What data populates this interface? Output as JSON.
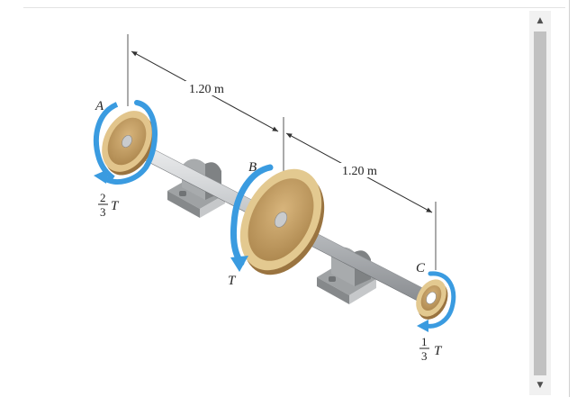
{
  "figure": {
    "dimension_ab": "1.20 m",
    "dimension_bc": "1.20 m",
    "label_a": "A",
    "label_b": "B",
    "label_c": "C",
    "torque_a": {
      "numerator": "2",
      "denominator": "3",
      "symbol": "T"
    },
    "torque_b": {
      "symbol": "T"
    },
    "torque_c": {
      "numerator": "1",
      "denominator": "3",
      "symbol": "T"
    }
  },
  "scrollbar": {
    "up_arrow": "▲",
    "down_arrow": "▼",
    "up_icon": "triangle-up-icon",
    "down_icon": "triangle-down-icon"
  },
  "colors": {
    "torque_arrow": "#3a9be0",
    "disk_face": "#c8a56e",
    "disk_rim": "#e3c990",
    "shaft": "#b9bcc0",
    "bearing": "#a9acae"
  }
}
